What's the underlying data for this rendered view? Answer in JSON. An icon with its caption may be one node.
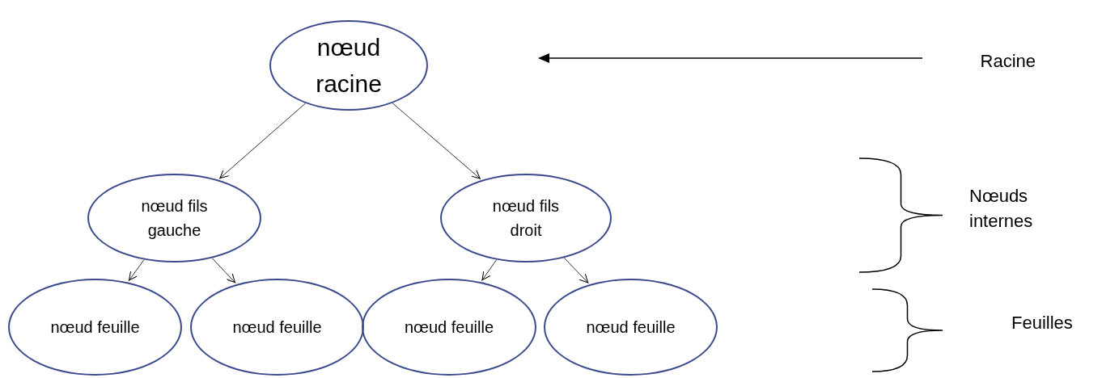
{
  "diagram": {
    "nodes": [
      {
        "text": [
          "nœud racine"
        ]
      },
      {
        "text": [
          "nœud fils gauche"
        ]
      },
      {
        "text": [
          "nœud fils droit"
        ]
      },
      {
        "text": [
          "nœud feuille"
        ]
      },
      {
        "text": [
          "nœud feuille"
        ]
      },
      {
        "text": [
          "nœud feuille"
        ]
      },
      {
        "text": [
          "nœud feuille"
        ]
      },
      {
        "text": [
          "Racine"
        ]
      }
    ],
    "edges": [
      {
        "from": 0,
        "to": 1,
        "arrow": "to"
      },
      {
        "from": 0,
        "to": 2,
        "arrow": "to"
      },
      {
        "from": 1,
        "to": 3,
        "arrow": "to"
      },
      {
        "from": 1,
        "to": 4,
        "arrow": "to"
      },
      {
        "from": 2,
        "to": 5,
        "arrow": "to"
      },
      {
        "from": 2,
        "to": 6,
        "arrow": "to"
      },
      {
        "from": 7,
        "to": null,
        "arrow": "to"
      }
    ],
    "labels": [
      "Nœuds internes",
      "Feuilles"
    ]
  }
}
